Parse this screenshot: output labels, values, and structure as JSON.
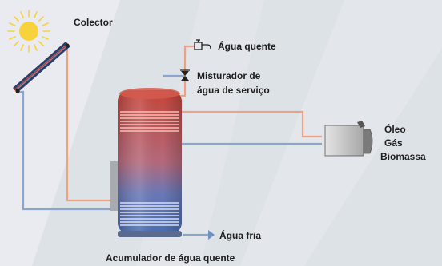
{
  "labels": {
    "collector": "Colector",
    "hot_water": "Água quente",
    "mixer_line1": "Misturador de",
    "mixer_line2": "água de serviço",
    "boiler_line1": "Óleo",
    "boiler_line2": "Gás",
    "boiler_line3": "Biomassa",
    "cold_water": "Água fria",
    "tank": "Acumulador de água quente"
  },
  "colors": {
    "hot_pipe": "#f0a085",
    "cold_pipe": "#8aa6cf",
    "sun": "#f7d23a",
    "tank_hot": "#c8453a",
    "tank_cold": "#4a6fb3",
    "background": "#dde2e7"
  },
  "icons": [
    "sun-icon",
    "faucet-icon",
    "mixing-valve-icon",
    "boiler-icon",
    "collector-panel-icon"
  ]
}
